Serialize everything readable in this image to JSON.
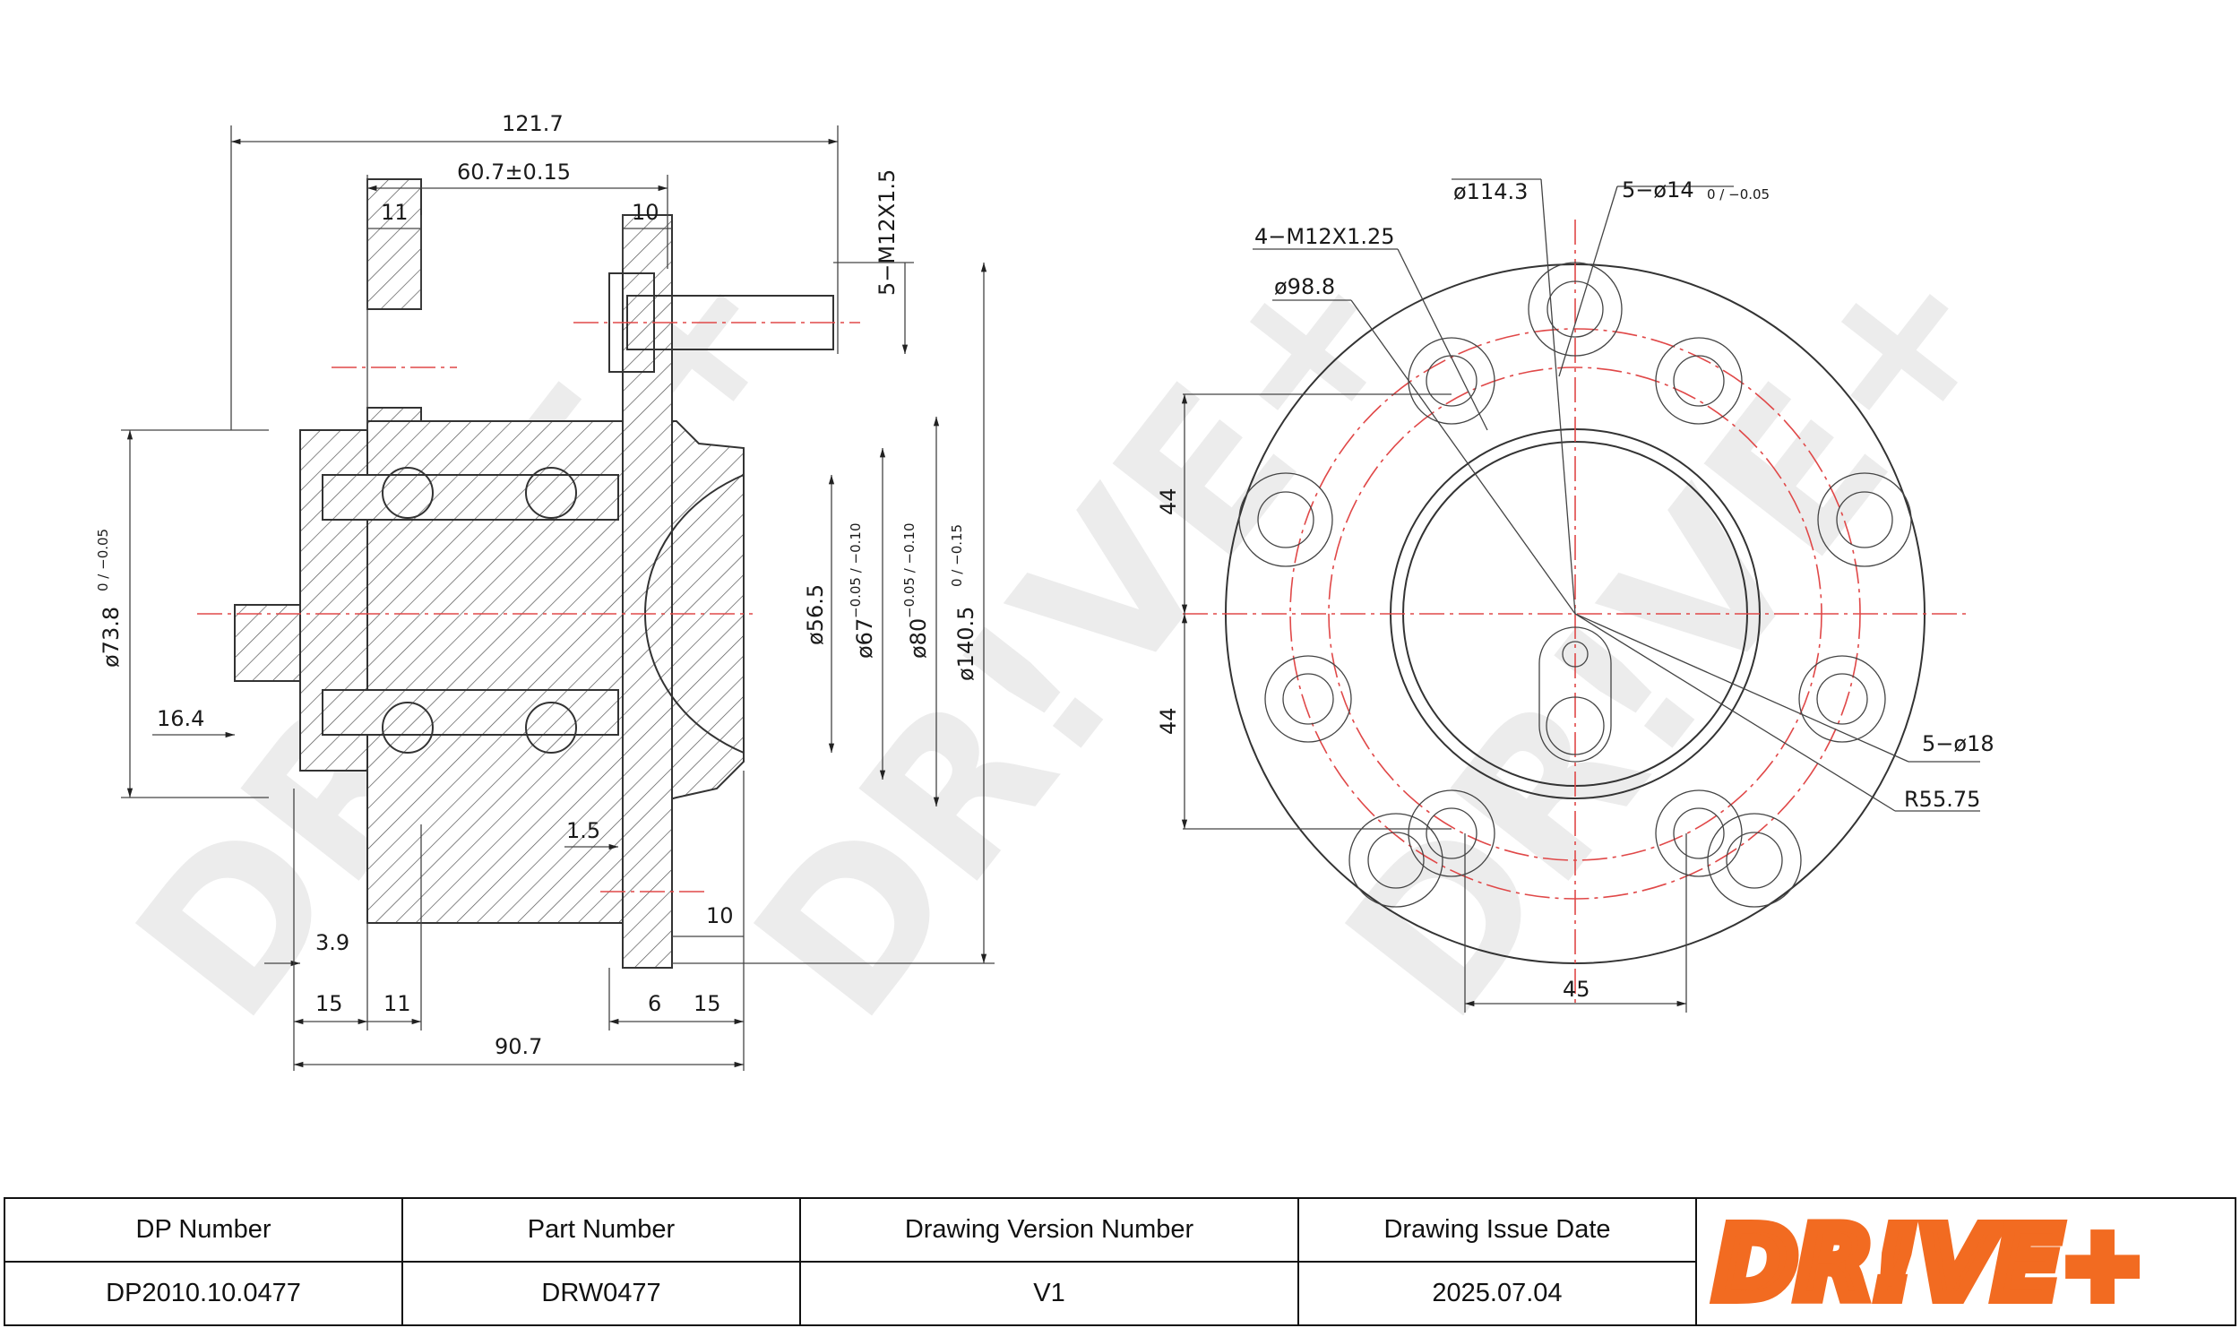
{
  "drawing": {
    "side_view": {
      "dims": {
        "overall_length": "121.7",
        "flange_offset": "60.7±0.15",
        "dim_11_top": "11",
        "dim_10_top": "10",
        "stud_thread": "5−M12X1.5",
        "dia_73_8": "ø73.8",
        "dia_73_8_tol": "0 / −0.05",
        "dim_16_4": "16.4",
        "dia_56_5": "ø56.5",
        "dia_67": "ø67",
        "dia_67_tol": "−0.05 / −0.10",
        "dia_80": "ø80",
        "dia_80_tol": "−0.05 / −0.10",
        "dia_140_5": "ø140.5",
        "dia_140_5_tol": "0 / −0.15",
        "dim_1_5": "1.5",
        "dim_10_bottom": "10",
        "dim_3_9": "3.9",
        "dim_15_left": "15",
        "dim_11_bottom": "11",
        "dim_6": "6",
        "dim_15_right": "15",
        "dim_90_7": "90.7"
      }
    },
    "front_view": {
      "dims": {
        "pcd_114_3": "ø114.3",
        "holes_14": "5−ø14",
        "holes_14_tol": "0 / −0.05",
        "threads_m12": "4−M12X1.25",
        "pcd_98_8": "ø98.8",
        "dim_44_top": "44",
        "dim_44_bottom": "44",
        "holes_18": "5−ø18",
        "radius": "R55.75",
        "dim_45": "45"
      }
    },
    "watermark": "DR!VE+"
  },
  "title_block": {
    "headers": [
      "DP Number",
      "Part Number",
      "Drawing Version Number",
      "Drawing Issue Date"
    ],
    "values": [
      "DP2010.10.0477",
      "DRW0477",
      "V1",
      "2025.07.04"
    ],
    "logo_text": "DR!VE+",
    "brand_color": "#f26b21"
  }
}
